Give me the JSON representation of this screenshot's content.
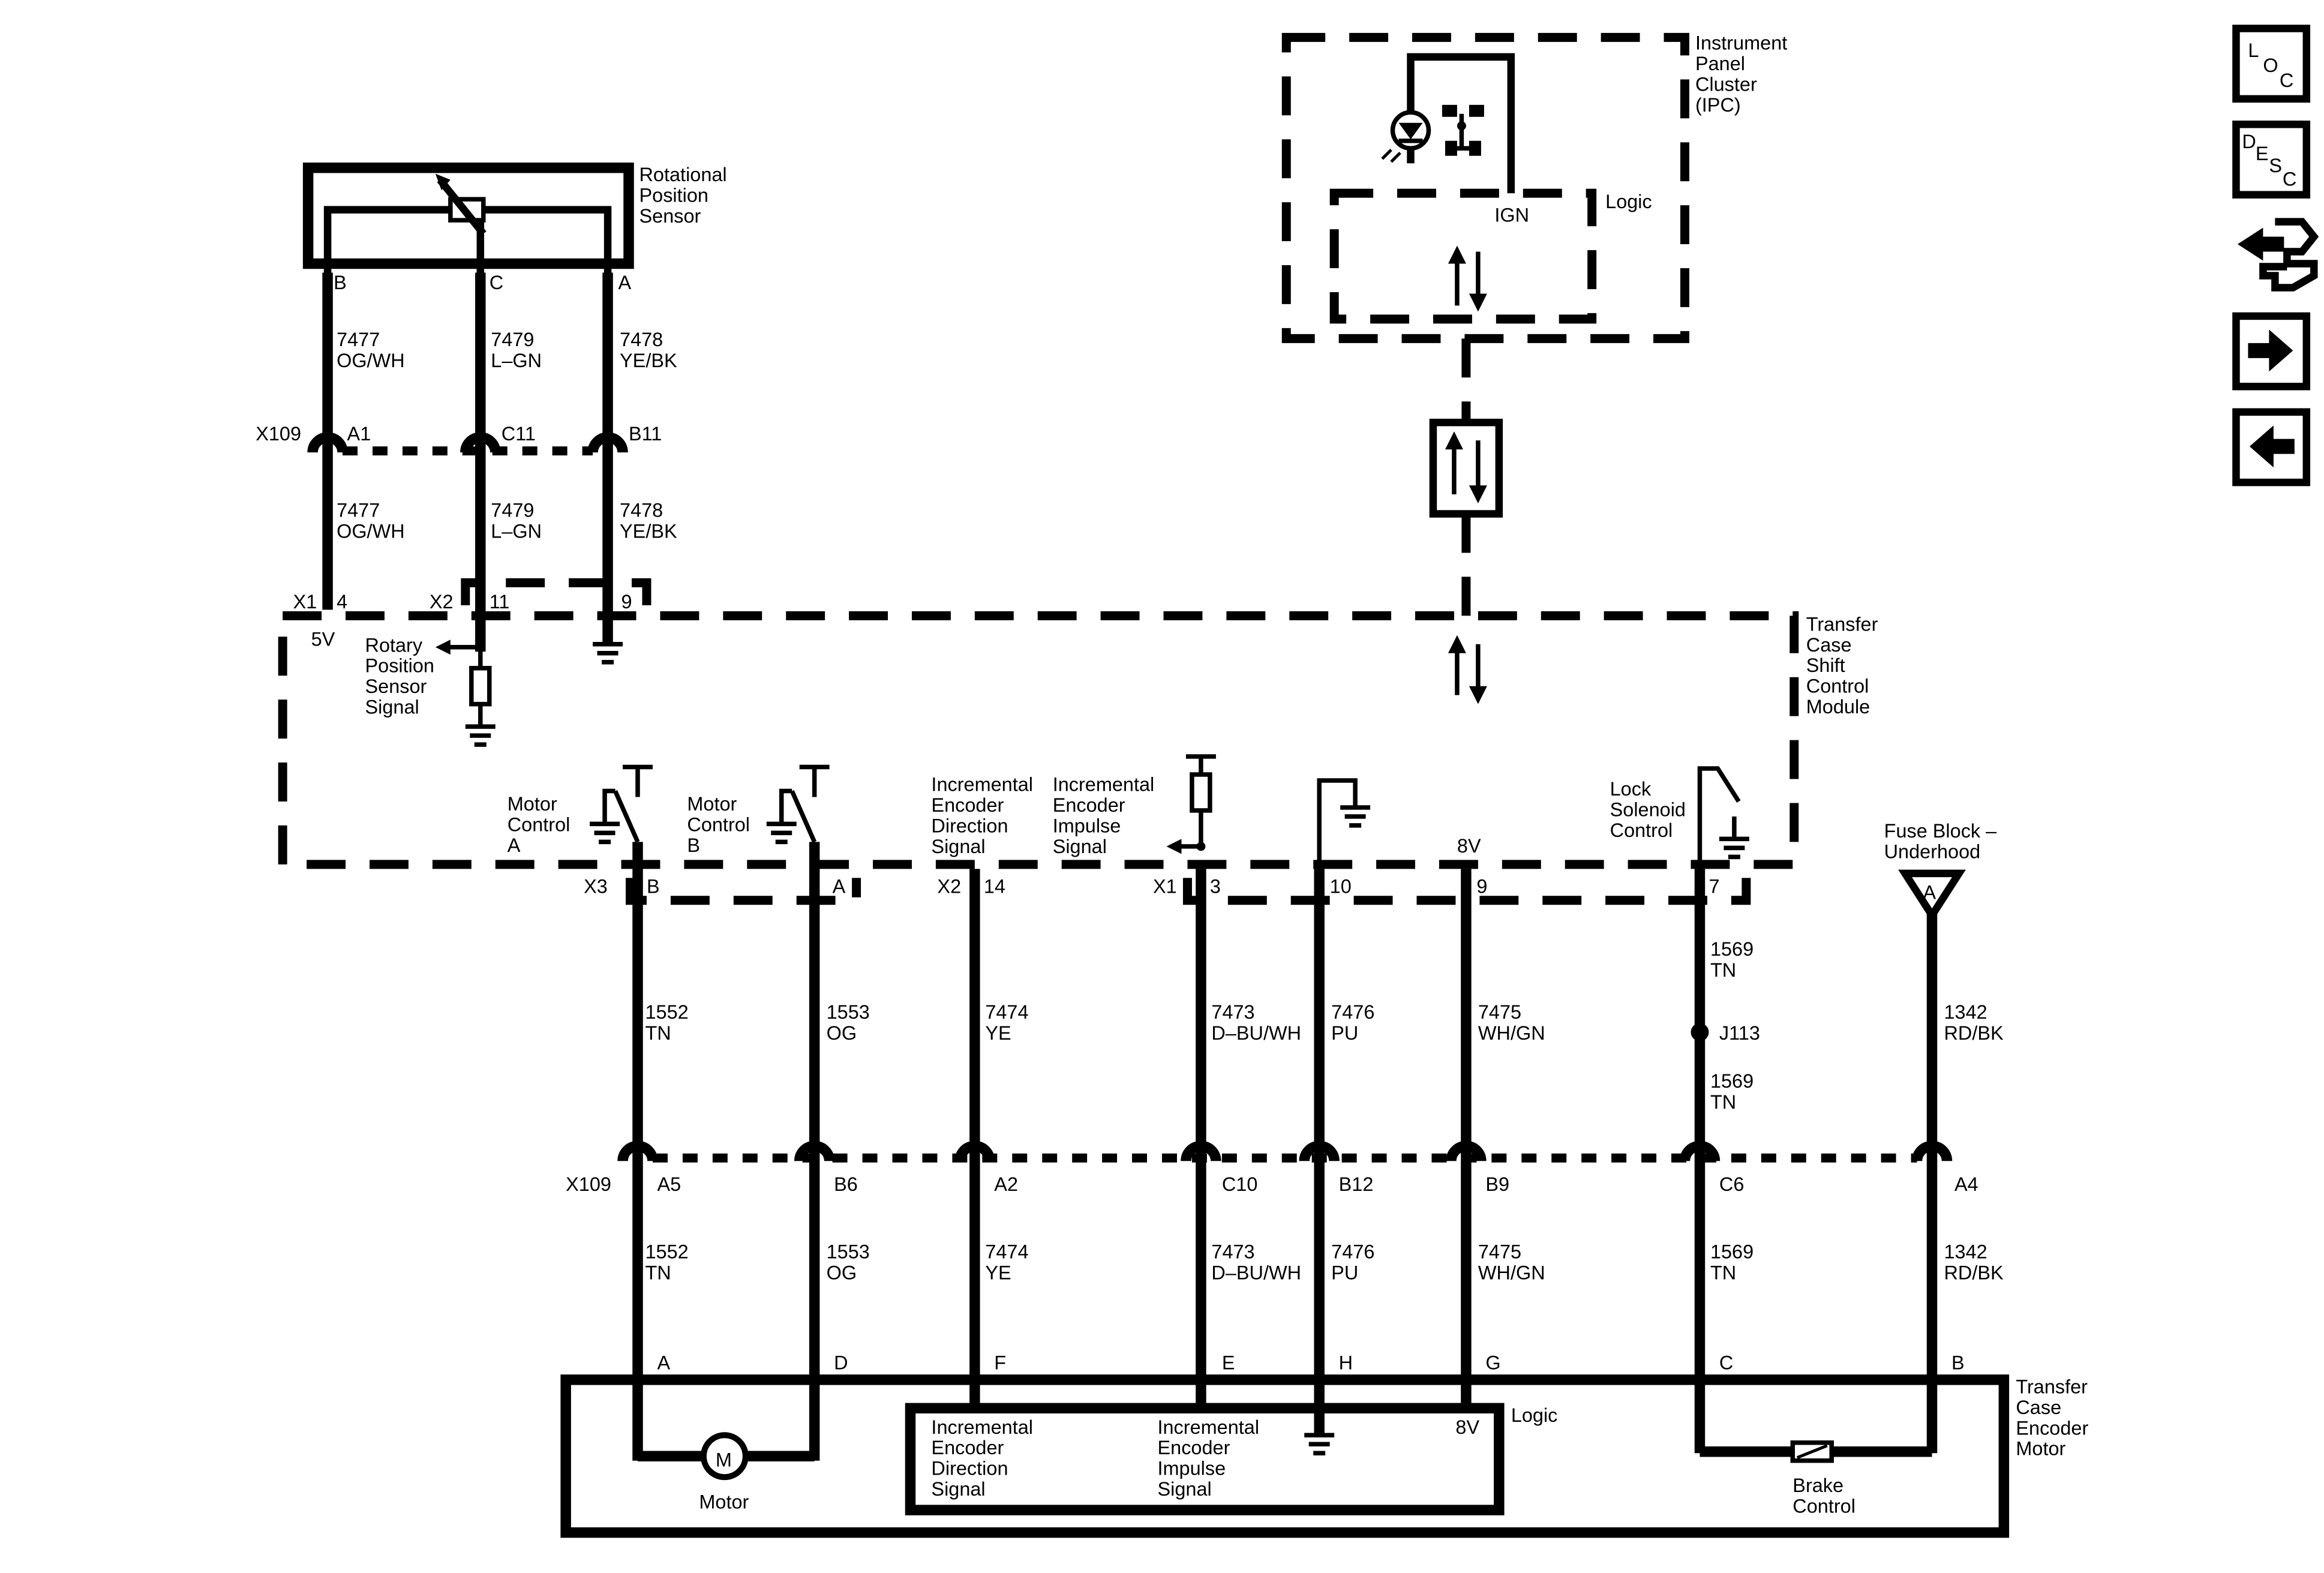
{
  "components": {
    "rotational_position_sensor": "Rotational\nPosition\nSensor",
    "ipc": "Instrument\nPanel\nCluster\n(IPC)",
    "ipc_logic": "Logic",
    "ipc_ign": "IGN",
    "tcscm": "Transfer\nCase\nShift\nControl\nModule",
    "rotary_signal": "Rotary\nPosition\nSensor\nSignal",
    "five_v": "5V",
    "motor_control_a": "Motor\nControl\nA",
    "motor_control_b": "Motor\nControl\nB",
    "inc_dir": "Incremental\nEncoder\nDirection\nSignal",
    "inc_imp": "Incremental\nEncoder\nImpulse\nSignal",
    "lock_solenoid": "Lock\nSolenoid\nControl",
    "eight_v": "8V",
    "fuse_block": "Fuse Block –\nUnderhood",
    "fuse_pin": "A",
    "splice": "J113",
    "encoder_motor": "Transfer\nCase\nEncoder\nMotor",
    "logic": "Logic",
    "motor_symbol": "M",
    "motor": "Motor",
    "brake": "Brake\nControl",
    "enc_dir": "Incremental\nEncoder\nDirection\nSignal",
    "enc_imp": "Incremental\nEncoder\nImpulse\nSignal",
    "enc_8v": "8V"
  },
  "sensor_pins": [
    "B",
    "C",
    "A"
  ],
  "connectors": {
    "x109": "X109",
    "x1": "X1",
    "x2": "X2",
    "x3": "X3"
  },
  "upper_inline_pins": [
    "A1",
    "C11",
    "B11"
  ],
  "upper_module_pins": [
    "4",
    "11",
    "9"
  ],
  "upper_wires": [
    {
      "circuit": "7477",
      "color": "OG/WH"
    },
    {
      "circuit": "7479",
      "color": "L–GN"
    },
    {
      "circuit": "7478",
      "color": "YE/BK"
    }
  ],
  "lower_module_pins": [
    "B",
    "A",
    "14",
    "3",
    "10",
    "9",
    "7"
  ],
  "lower_inline_pins": [
    "A5",
    "B6",
    "A2",
    "C10",
    "B12",
    "B9",
    "C6",
    "A4"
  ],
  "motor_pins": [
    "A",
    "D",
    "F",
    "E",
    "H",
    "G",
    "C",
    "B"
  ],
  "lower_wires": [
    {
      "circuit": "1552",
      "color": "TN"
    },
    {
      "circuit": "1553",
      "color": "OG"
    },
    {
      "circuit": "7474",
      "color": "YE"
    },
    {
      "circuit": "7473",
      "color": "D–BU/WH"
    },
    {
      "circuit": "7476",
      "color": "PU"
    },
    {
      "circuit": "7475",
      "color": "WH/GN"
    },
    {
      "circuit": "1569",
      "color": "TN"
    },
    {
      "circuit": "1342",
      "color": "RD/BK"
    }
  ],
  "nav": {
    "loc": [
      "L",
      "O",
      "C"
    ],
    "desc": [
      "D",
      "E",
      "S",
      "C"
    ],
    "icons": [
      "connector-icon",
      "next-arrow-icon",
      "previous-arrow-icon"
    ]
  }
}
